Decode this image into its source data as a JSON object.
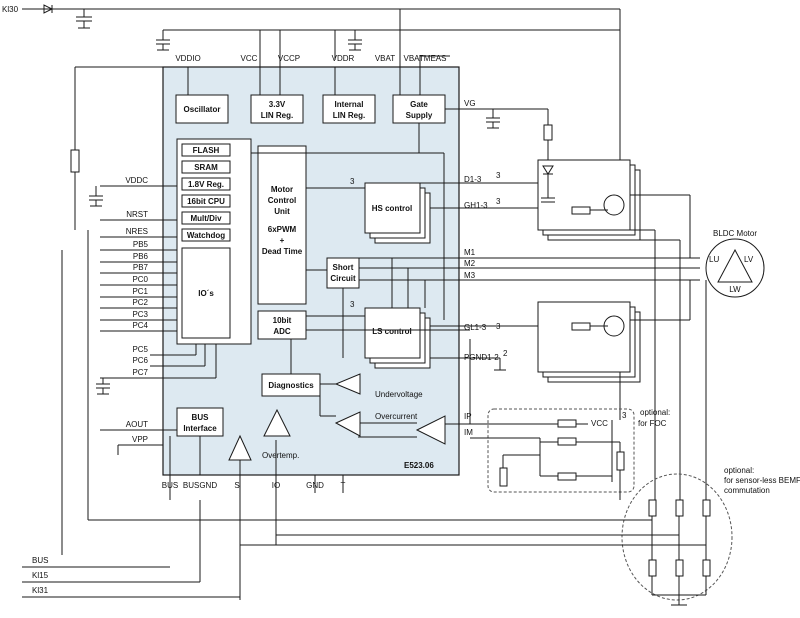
{
  "chip": {
    "name": "E523.06",
    "fill": "#dde9f1",
    "top_pins": [
      "VDDIO",
      "VCC",
      "VCCP",
      "VDDR",
      "VBAT",
      "VBATMEAS"
    ],
    "bottom_pins": [
      "BUS",
      "BUSGND",
      "S",
      "IO",
      "GND",
      "T"
    ],
    "left_pins": [
      "VDDC",
      "NRST",
      "NRES",
      "PB5",
      "PB6",
      "PB7",
      "PC0",
      "PC1",
      "PC2",
      "PC3",
      "PC4",
      "PC5",
      "PC6",
      "PC7",
      "AOUT",
      "VPP"
    ]
  },
  "blocks": {
    "oscillator": "Oscillator",
    "lin33": [
      "3.3V",
      "LIN Reg."
    ],
    "internal_lin": [
      "Internal",
      "LIN Reg."
    ],
    "gate_supply": [
      "Gate",
      "Supply"
    ],
    "memory": [
      "FLASH",
      "SRAM",
      "1.8V Reg.",
      "16bit CPU",
      "Mult/Div",
      "Watchdog"
    ],
    "ios": "IO´s",
    "mcu": [
      "Motor",
      "Control",
      "Unit",
      "6xPWM",
      "+",
      "Dead Time"
    ],
    "adc": [
      "10bit",
      "ADC"
    ],
    "hs_control": "HS control",
    "ls_control": "LS control",
    "short_circuit": [
      "Short",
      "Circuit"
    ],
    "diagnostics": "Diagnostics",
    "bus_interface": [
      "BUS",
      "Interface"
    ]
  },
  "signals": {
    "vg": "VG",
    "d13": "D1-3",
    "gh13": "GH1-3",
    "m1": "M1",
    "m2": "M2",
    "m3": "M3",
    "gl13": "GL1-3",
    "pgnd": "PGND1-2",
    "ip": "IP",
    "im": "IM",
    "vcc_out": "VCC",
    "bus_width_3": "3",
    "bus_width_2": "2"
  },
  "annotations": {
    "undervoltage": "Undervoltage",
    "overcurrent": "Overcurrent",
    "overtemp": "Overtemp.",
    "optional_foc": [
      "optional:",
      "for FOC"
    ],
    "optional_bemf": [
      "optional:",
      "for sensor-less BEMF",
      "commutation"
    ]
  },
  "motor": {
    "title": "BLDC Motor",
    "phases": [
      "LU",
      "LV",
      "LW"
    ]
  },
  "external": {
    "kl30": "Kl30",
    "bus": "BUS",
    "kl15": "Kl15",
    "kl31": "Kl31"
  }
}
